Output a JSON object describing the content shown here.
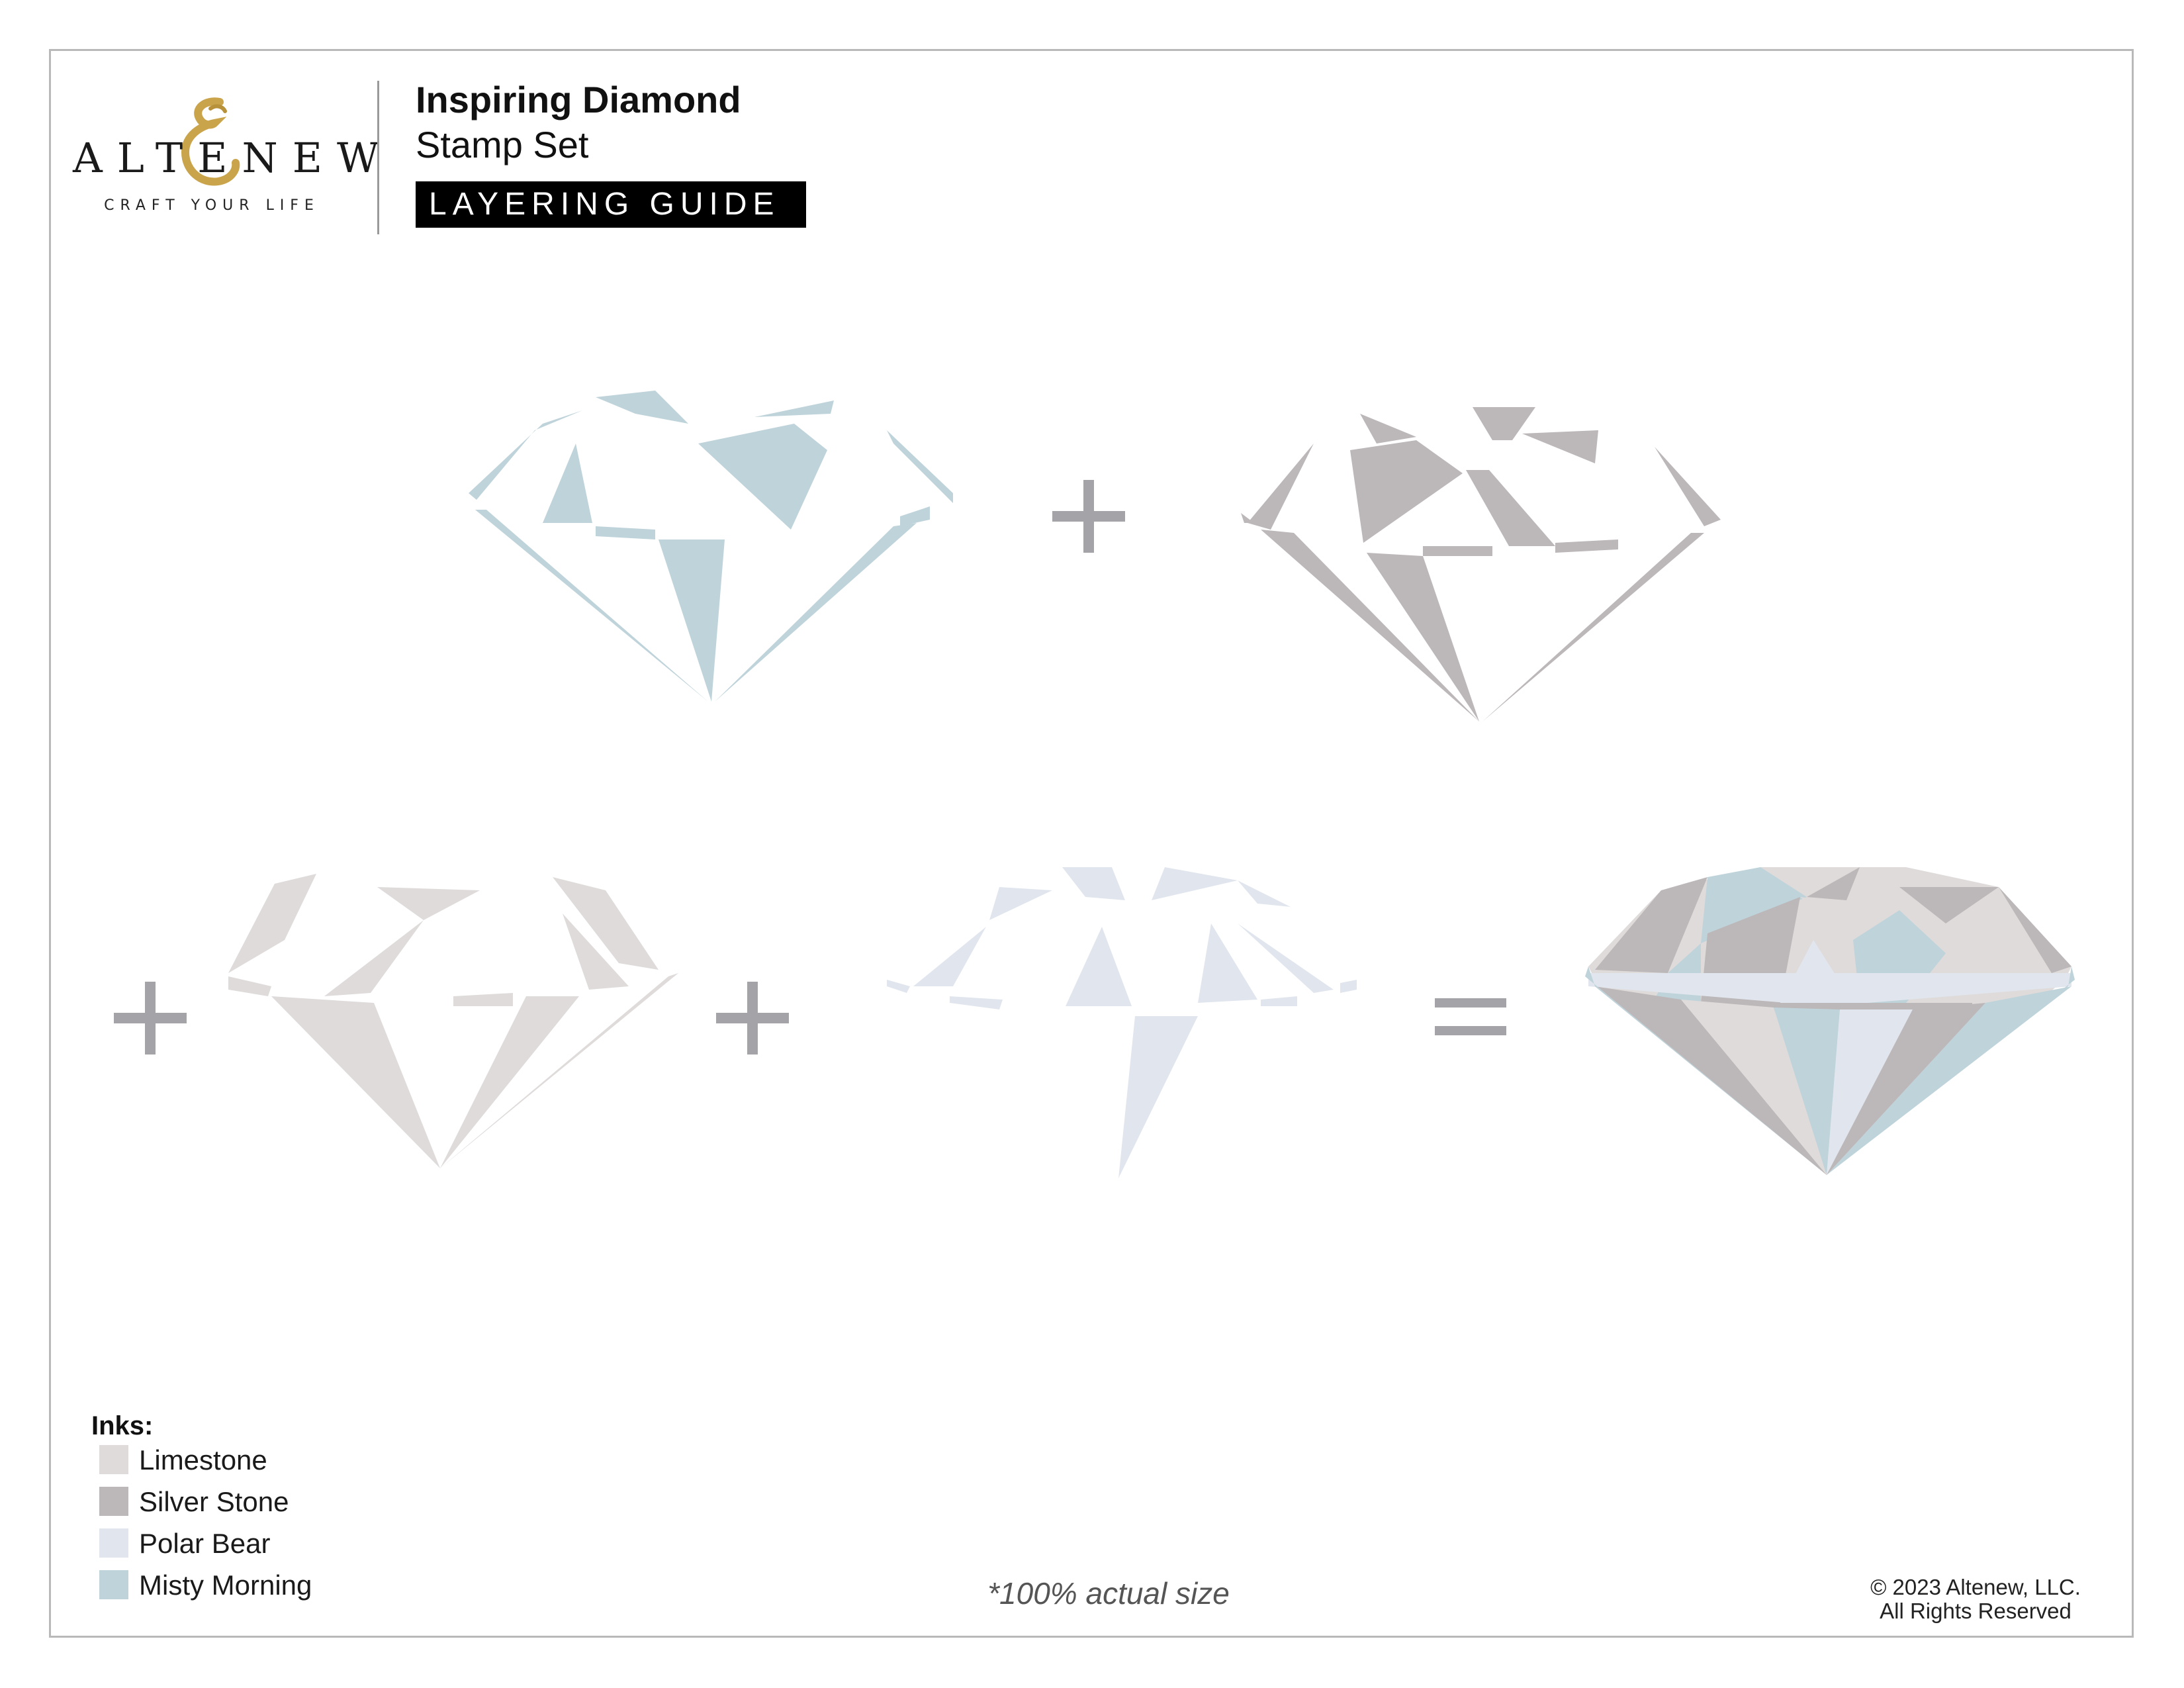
{
  "brand": {
    "name": "ALTENEW",
    "tagline": "CRAFT YOUR LIFE"
  },
  "header": {
    "title": "Inspiring Diamond",
    "subtitle": "Stamp Set",
    "badge": "LAYERING GUIDE"
  },
  "operators": {
    "plus": "+",
    "equals": "="
  },
  "inks": {
    "title": "Inks:",
    "items": [
      {
        "name": "Limestone",
        "color": "#dedbda"
      },
      {
        "name": "Silver Stone",
        "color": "#bcb7b8"
      },
      {
        "name": "Polar Bear",
        "color": "#e1e6ee"
      },
      {
        "name": "Misty Morning",
        "color": "#bfd3da"
      }
    ]
  },
  "note": "*100% actual size",
  "copyright": {
    "line1": "© 2023 Altenew, LLC.",
    "line2": "All Rights Reserved"
  },
  "colors": {
    "operator": "#a3a3a8",
    "logo_gold": "#c9a44a"
  }
}
